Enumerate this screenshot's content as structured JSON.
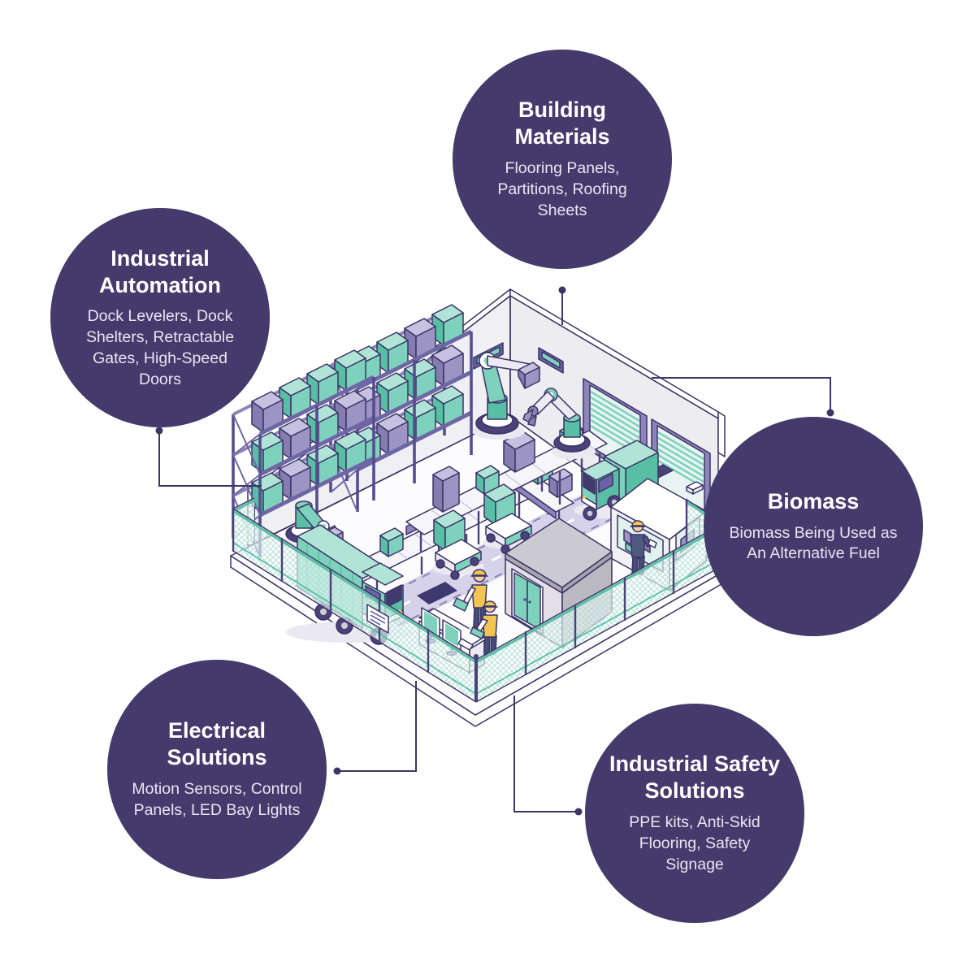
{
  "page": {
    "background": "#ffffff"
  },
  "illustration": {
    "name": "isometric-factory-warehouse",
    "elements": [
      "storage racks with boxes",
      "robotic arms",
      "conveyor belts",
      "delivery trucks",
      "AGV carts",
      "perimeter chain-link fence",
      "workers with hard hats",
      "control desk with monitors",
      "machine room",
      "roll-up dock doors",
      "floor road"
    ]
  },
  "nodes": [
    {
      "id": "building-materials",
      "title": "Building Materials",
      "description": "Flooring Panels, Partitions, Roofing Sheets",
      "position": "top"
    },
    {
      "id": "industrial-automation",
      "title": "Industrial Automation",
      "description": "Dock Levelers, Dock Shelters, Retractable Gates, High-Speed Doors",
      "position": "left"
    },
    {
      "id": "biomass",
      "title": "Biomass",
      "description": "Biomass Being Used as An Alternative Fuel",
      "position": "right"
    },
    {
      "id": "electrical-solutions",
      "title": "Electrical Solutions",
      "description": "Motion Sensors, Control Panels, LED Bay Lights",
      "position": "bottom-left"
    },
    {
      "id": "industrial-safety-solutions",
      "title": "Industrial Safety Solutions",
      "description": "PPE kits, Anti-Skid Flooring, Safety Signage",
      "position": "bottom-right"
    }
  ],
  "colors": {
    "bubble": "#453a6c",
    "connector": "#3e3566",
    "outline": "#3b3366",
    "teal": "#7ed2bd",
    "teal_dark": "#58bfa5",
    "purple": "#8c84ba",
    "title_text": "#ffffff",
    "subtitle_text": "#e9e6f2"
  }
}
